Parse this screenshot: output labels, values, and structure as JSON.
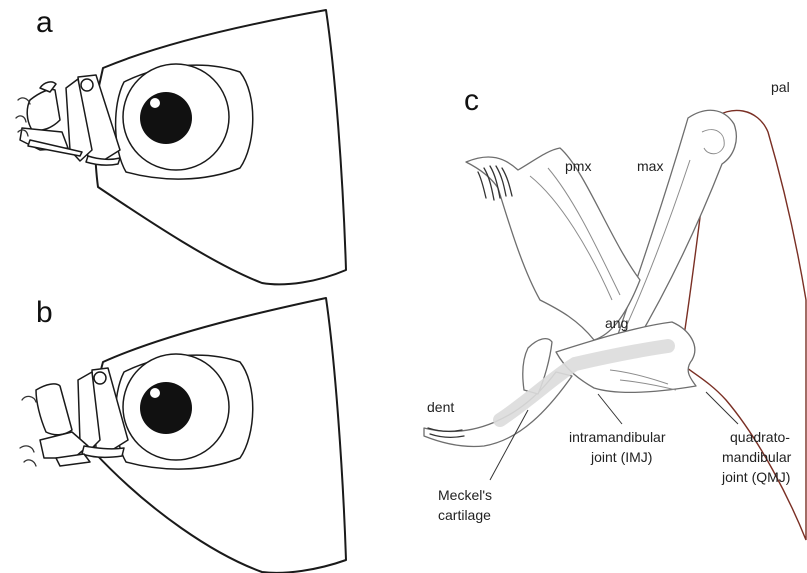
{
  "panels": {
    "a": "a",
    "b": "b",
    "c": "c"
  },
  "labels": {
    "pal": "pal",
    "pmx": "pmx",
    "max": "max",
    "ang": "ang",
    "dent": "dent",
    "imj_line1": "intramandibular",
    "imj_line2": "joint (IMJ)",
    "qmj_line1": "quadrato-",
    "qmj_line2": "mandibular",
    "qmj_line3": "joint (QMJ)",
    "meckel_line1": "Meckel's",
    "meckel_line2": "cartilage"
  },
  "colors": {
    "outline": "#1a1a1a",
    "bone": "#6e6e6e",
    "palatine": "#7a2f24",
    "cartilage": "#dcdcdc",
    "eye": "#111111"
  }
}
